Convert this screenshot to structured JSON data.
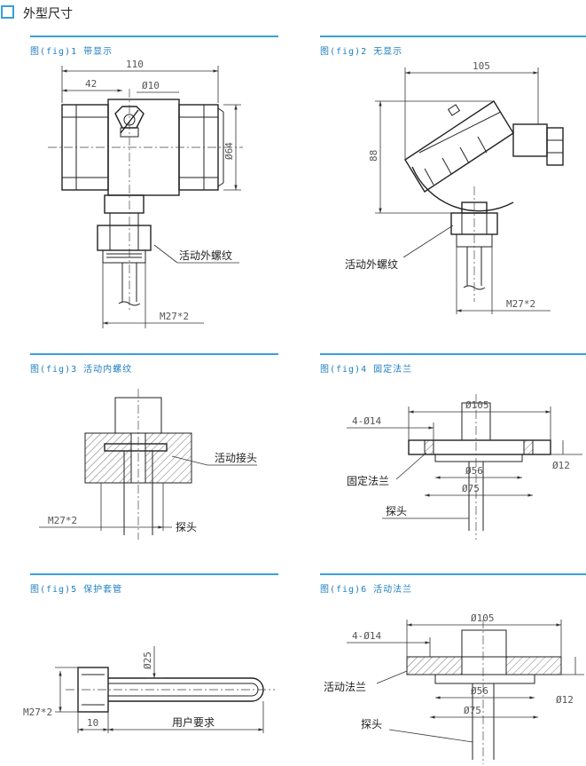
{
  "header": {
    "title": "外型尺寸"
  },
  "panels": [
    {
      "caption": "图(fig)1  带显示",
      "dims": [
        "110",
        "42",
        "Ø10",
        "Ø64",
        "M27*2"
      ],
      "label": "活动外螺纹"
    },
    {
      "caption": "图(fig)2  无显示",
      "dims": [
        "105",
        "88",
        "M27*2"
      ],
      "label": "活动外螺纹"
    },
    {
      "caption": "图(fig)3  活动内螺纹",
      "dims": [
        "M27*2"
      ],
      "label_joint": "活动接头",
      "label_probe": "探头"
    },
    {
      "caption": "图(fig)4  固定法兰",
      "dims": [
        "Ø105",
        "4-Ø14",
        "Ø56",
        "Ø75",
        "Ø12"
      ],
      "label_flange": "固定法兰",
      "label_probe": "探头"
    },
    {
      "caption": "图(fig)5  保护套管",
      "dims": [
        "Ø25",
        "M27*2",
        "10"
      ],
      "label": "用户要求"
    },
    {
      "caption": "图(fig)6  活动法兰",
      "dims": [
        "Ø105",
        "4-Ø14",
        "Ø56",
        "Ø75",
        "Ø12"
      ],
      "label_flange": "活动法兰",
      "label_probe": "探头"
    }
  ]
}
